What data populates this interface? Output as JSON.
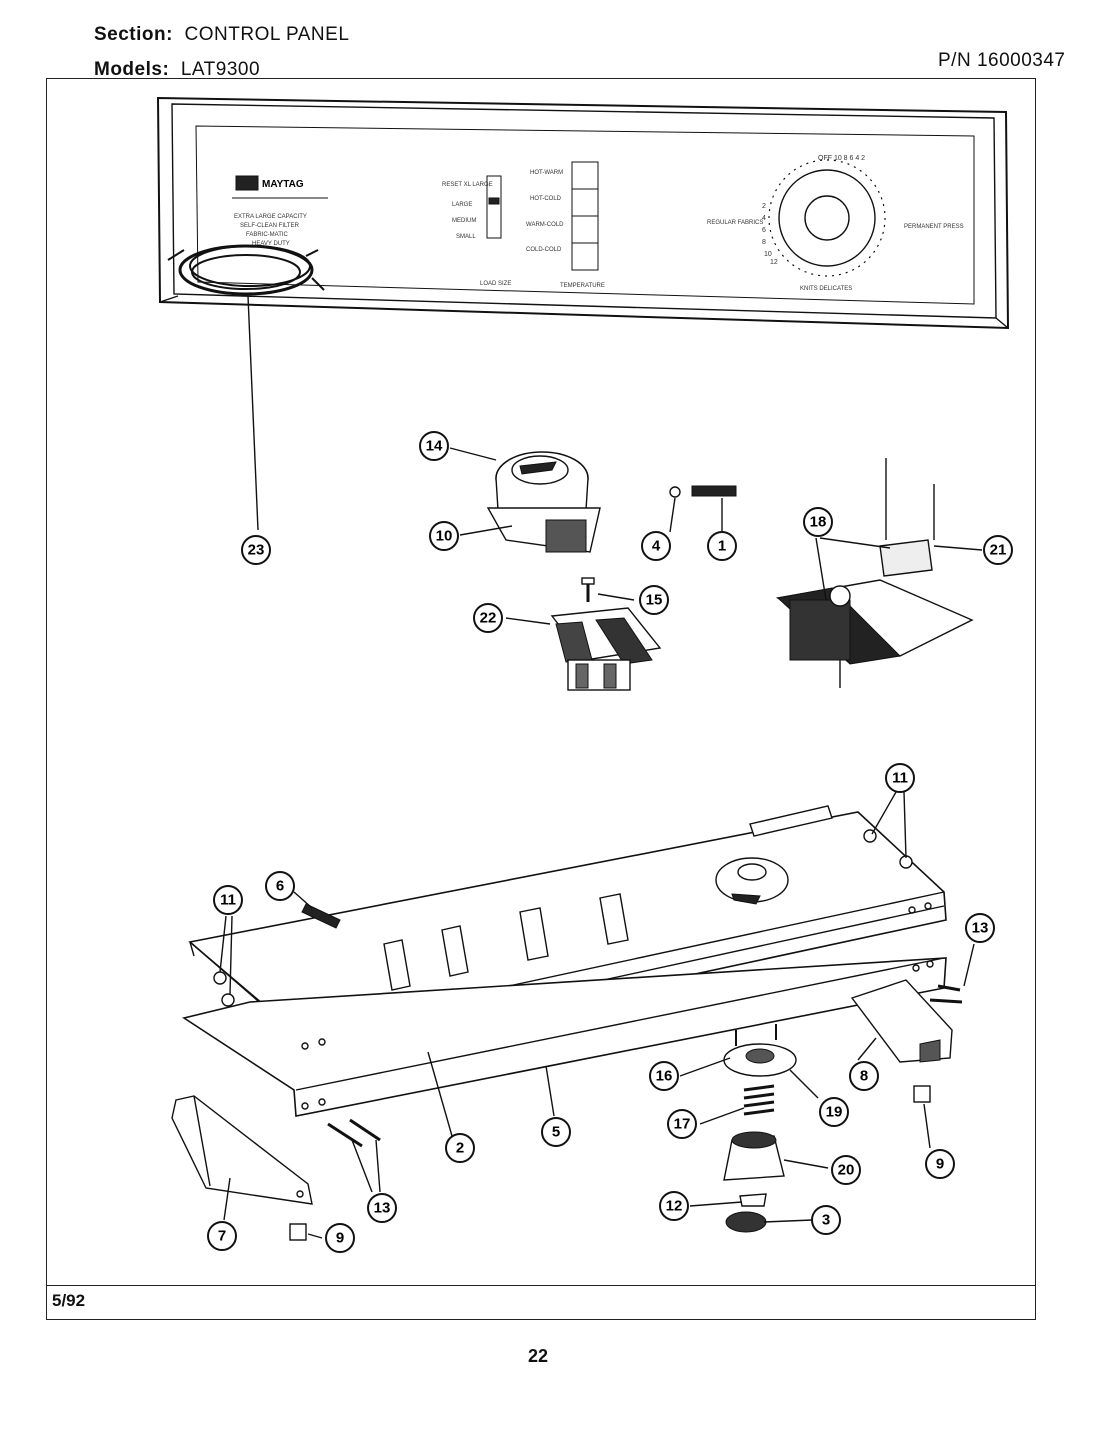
{
  "header": {
    "section_label": "Section:",
    "section_value": "CONTROL PANEL",
    "models_label": "Models:",
    "models_value": "LAT9300",
    "part_number": "P/N 16000347"
  },
  "console_panel": {
    "brand": "MAYTAG",
    "description_lines": [
      "EXTRA LARGE CAPACITY",
      "SELF-CLEAN FILTER",
      "FABRIC-MATIC",
      "HEAVY DUTY"
    ],
    "load_size_options": [
      "RESET XL LARGE",
      "LARGE",
      "MEDIUM",
      "SMALL"
    ],
    "load_size_label": "LOAD SIZE",
    "temperature_options": [
      "HOT-WARM",
      "HOT-COLD",
      "WARM-COLD",
      "COLD-COLD"
    ],
    "temperature_label": "TEMPERATURE",
    "dial_left_label": "REGULAR FABRICS",
    "dial_right_label": "PERMANENT PRESS",
    "dial_bottom_label": "KNITS DELICATES",
    "dial_numbers_top": "OFF 10 8 6 4 2",
    "dial_numbers_left": [
      "2",
      "4",
      "6",
      "8",
      "10",
      "12"
    ]
  },
  "callouts": [
    {
      "id": "c1",
      "label": "1"
    },
    {
      "id": "c2",
      "label": "2"
    },
    {
      "id": "c3",
      "label": "3"
    },
    {
      "id": "c4",
      "label": "4"
    },
    {
      "id": "c5",
      "label": "5"
    },
    {
      "id": "c6",
      "label": "6"
    },
    {
      "id": "c7",
      "label": "7"
    },
    {
      "id": "c8",
      "label": "8"
    },
    {
      "id": "c9a",
      "label": "9"
    },
    {
      "id": "c9b",
      "label": "9"
    },
    {
      "id": "c10",
      "label": "10"
    },
    {
      "id": "c11a",
      "label": "11"
    },
    {
      "id": "c11b",
      "label": "11"
    },
    {
      "id": "c12",
      "label": "12"
    },
    {
      "id": "c13a",
      "label": "13"
    },
    {
      "id": "c13b",
      "label": "13"
    },
    {
      "id": "c14",
      "label": "14"
    },
    {
      "id": "c15",
      "label": "15"
    },
    {
      "id": "c16",
      "label": "16"
    },
    {
      "id": "c17",
      "label": "17"
    },
    {
      "id": "c18",
      "label": "18"
    },
    {
      "id": "c19",
      "label": "19"
    },
    {
      "id": "c20",
      "label": "20"
    },
    {
      "id": "c21",
      "label": "21"
    },
    {
      "id": "c22",
      "label": "22"
    },
    {
      "id": "c23",
      "label": "23"
    }
  ],
  "footer": {
    "date": "5/92",
    "page_number": "22"
  }
}
